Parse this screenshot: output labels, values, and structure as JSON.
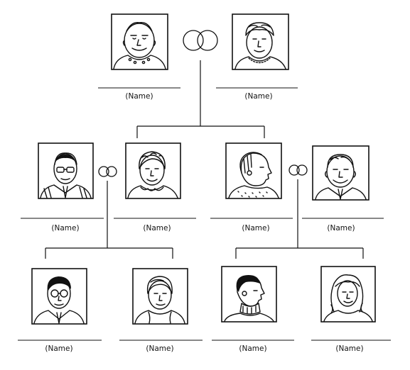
{
  "name_placeholder": "(Name)",
  "people": [
    {
      "id": "grandfather",
      "label": "(Name)",
      "icon": "elderly-man-portrait-icon"
    },
    {
      "id": "grandmother",
      "label": "(Name)",
      "icon": "elderly-woman-portrait-icon"
    },
    {
      "id": "father-in-law",
      "label": "(Name)",
      "icon": "man-with-glasses-portrait-icon"
    },
    {
      "id": "mother",
      "label": "(Name)",
      "icon": "woman-portrait-icon"
    },
    {
      "id": "aunt",
      "label": "(Name)",
      "icon": "woman-profile-portrait-icon"
    },
    {
      "id": "uncle-in-law",
      "label": "(Name)",
      "icon": "smiling-man-portrait-icon"
    },
    {
      "id": "child-1",
      "label": "(Name)",
      "icon": "young-man-glasses-portrait-icon"
    },
    {
      "id": "child-2",
      "label": "(Name)",
      "icon": "young-woman-portrait-icon"
    },
    {
      "id": "child-3",
      "label": "(Name)",
      "icon": "girl-profile-portrait-icon"
    },
    {
      "id": "child-4",
      "label": "(Name)",
      "icon": "girl-long-hair-portrait-icon"
    }
  ],
  "marriage_icon": "interlocked-rings-icon"
}
